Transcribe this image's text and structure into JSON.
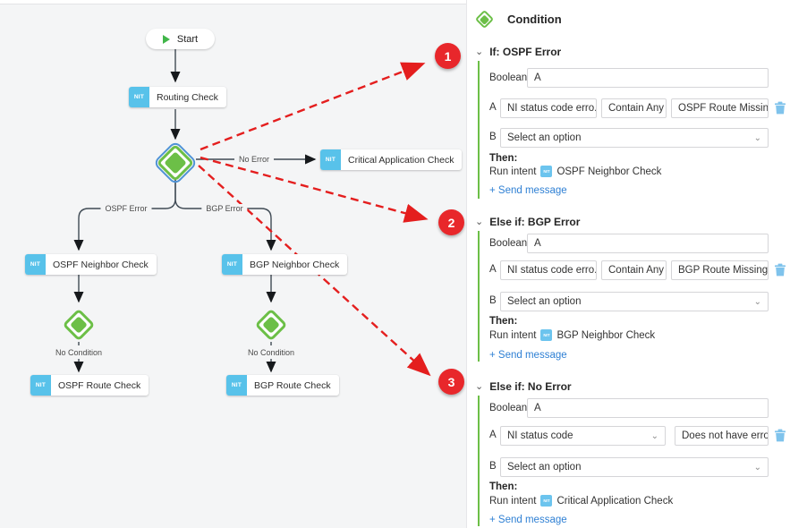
{
  "canvas": {
    "start_label": "Start",
    "nodes": {
      "routing": {
        "badge": "NIT",
        "label": "Routing Check"
      },
      "critical": {
        "badge": "NIT",
        "label": "Critical Application Check"
      },
      "ospf_neighbor": {
        "badge": "NIT",
        "label": "OSPF Neighbor Check"
      },
      "bgp_neighbor": {
        "badge": "NIT",
        "label": "BGP Neighbor Check"
      },
      "ospf_route": {
        "badge": "NIT",
        "label": "OSPF Route Check"
      },
      "bgp_route": {
        "badge": "NIT",
        "label": "BGP Route Check"
      }
    },
    "edge_labels": {
      "no_error": "No Error",
      "ospf_error": "OSPF Error",
      "bgp_error": "BGP Error",
      "no_condition_ospf": "No Condition",
      "no_condition_bgp": "No Condition"
    }
  },
  "annotations": {
    "marker1": "1",
    "marker2": "2",
    "marker3": "3"
  },
  "panel": {
    "title": "Condition",
    "sections": [
      {
        "header": "If: OSPF Error",
        "boolean_label": "Boolean",
        "boolean_value": "A",
        "row_a_label": "A",
        "operand": "NI status code erro...",
        "operator": "Contain Any",
        "value": "OSPF Route Missing",
        "row_b_label": "B",
        "row_b_value": "Select an option",
        "then_label": "Then:",
        "run_intent_label": "Run intent",
        "intent_badge": "NIT",
        "intent_name": "OSPF Neighbor Check",
        "send_message_label": "+ Send message"
      },
      {
        "header": "Else if: BGP Error",
        "boolean_label": "Boolean",
        "boolean_value": "A",
        "row_a_label": "A",
        "operand": "NI status code erro...",
        "operator": "Contain Any",
        "value": "BGP Route Missing",
        "row_b_label": "B",
        "row_b_value": "Select an option",
        "then_label": "Then:",
        "run_intent_label": "Run intent",
        "intent_badge": "NIT",
        "intent_name": "BGP Neighbor Check",
        "send_message_label": "+ Send message"
      },
      {
        "header": "Else if: No Error",
        "boolean_label": "Boolean",
        "boolean_value": "A",
        "row_a_label": "A",
        "operand": "NI status code",
        "operator": "Does not have error",
        "row_b_label": "B",
        "row_b_value": "Select an option",
        "then_label": "Then:",
        "run_intent_label": "Run intent",
        "intent_badge": "NIT",
        "intent_name": "Critical Application Check",
        "send_message_label": "+ Send message"
      }
    ]
  },
  "colors": {
    "flow_green": "#6cbf47",
    "nit_blue": "#58c2ea",
    "selection_blue": "#4f93d6",
    "annotation_red": "#e8272b",
    "link_blue": "#2f80d4"
  }
}
